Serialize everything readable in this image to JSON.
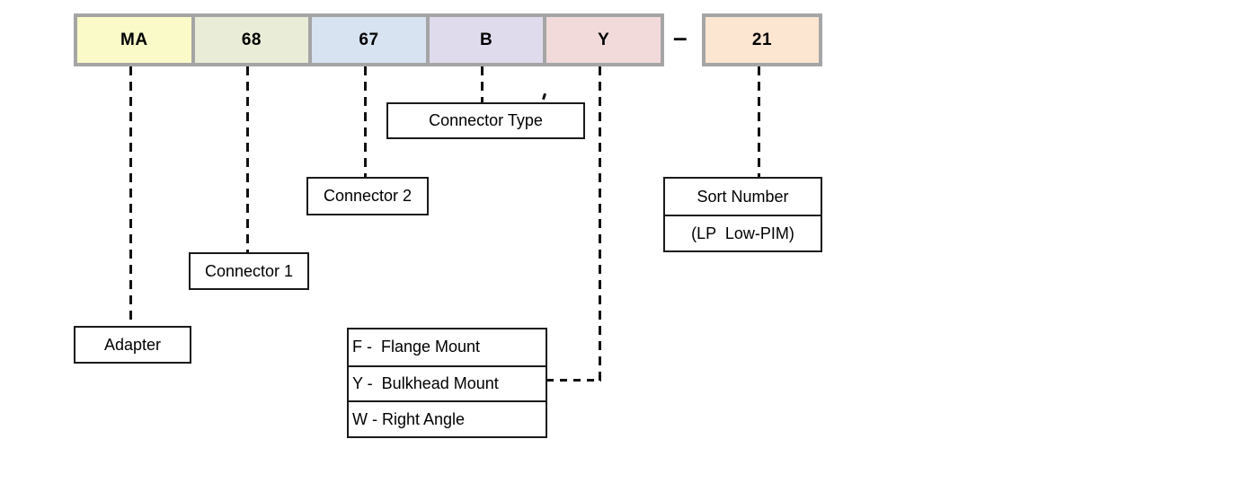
{
  "part_number": {
    "segments": [
      {
        "code": "MA",
        "fill": "#FAFAC8"
      },
      {
        "code": "68",
        "fill": "#E9EDD8"
      },
      {
        "code": "67",
        "fill": "#D7E3F0"
      },
      {
        "code": "B",
        "fill": "#DFDBED"
      },
      {
        "code": "Y",
        "fill": "#F2DADB"
      }
    ],
    "separator": "–",
    "sort_segment": {
      "code": "21",
      "fill": "#FCE5D1"
    }
  },
  "callouts": {
    "adapter": "Adapter",
    "connector_1": "Connector 1",
    "connector_2": "Connector 2",
    "connector_type": "Connector Type",
    "sort_number": "Sort Number",
    "sort_number_note": "(LP  Low-PIM)"
  },
  "connector_type_options": [
    "F -  Flange Mount",
    "Y -  Bulkhead Mount",
    "W - Right Angle"
  ],
  "colors": {
    "code_box_border": "#A5A5A5",
    "callout_border": "#1A1A1A",
    "dash_line": "#111111",
    "background": "#FFFFFF"
  }
}
